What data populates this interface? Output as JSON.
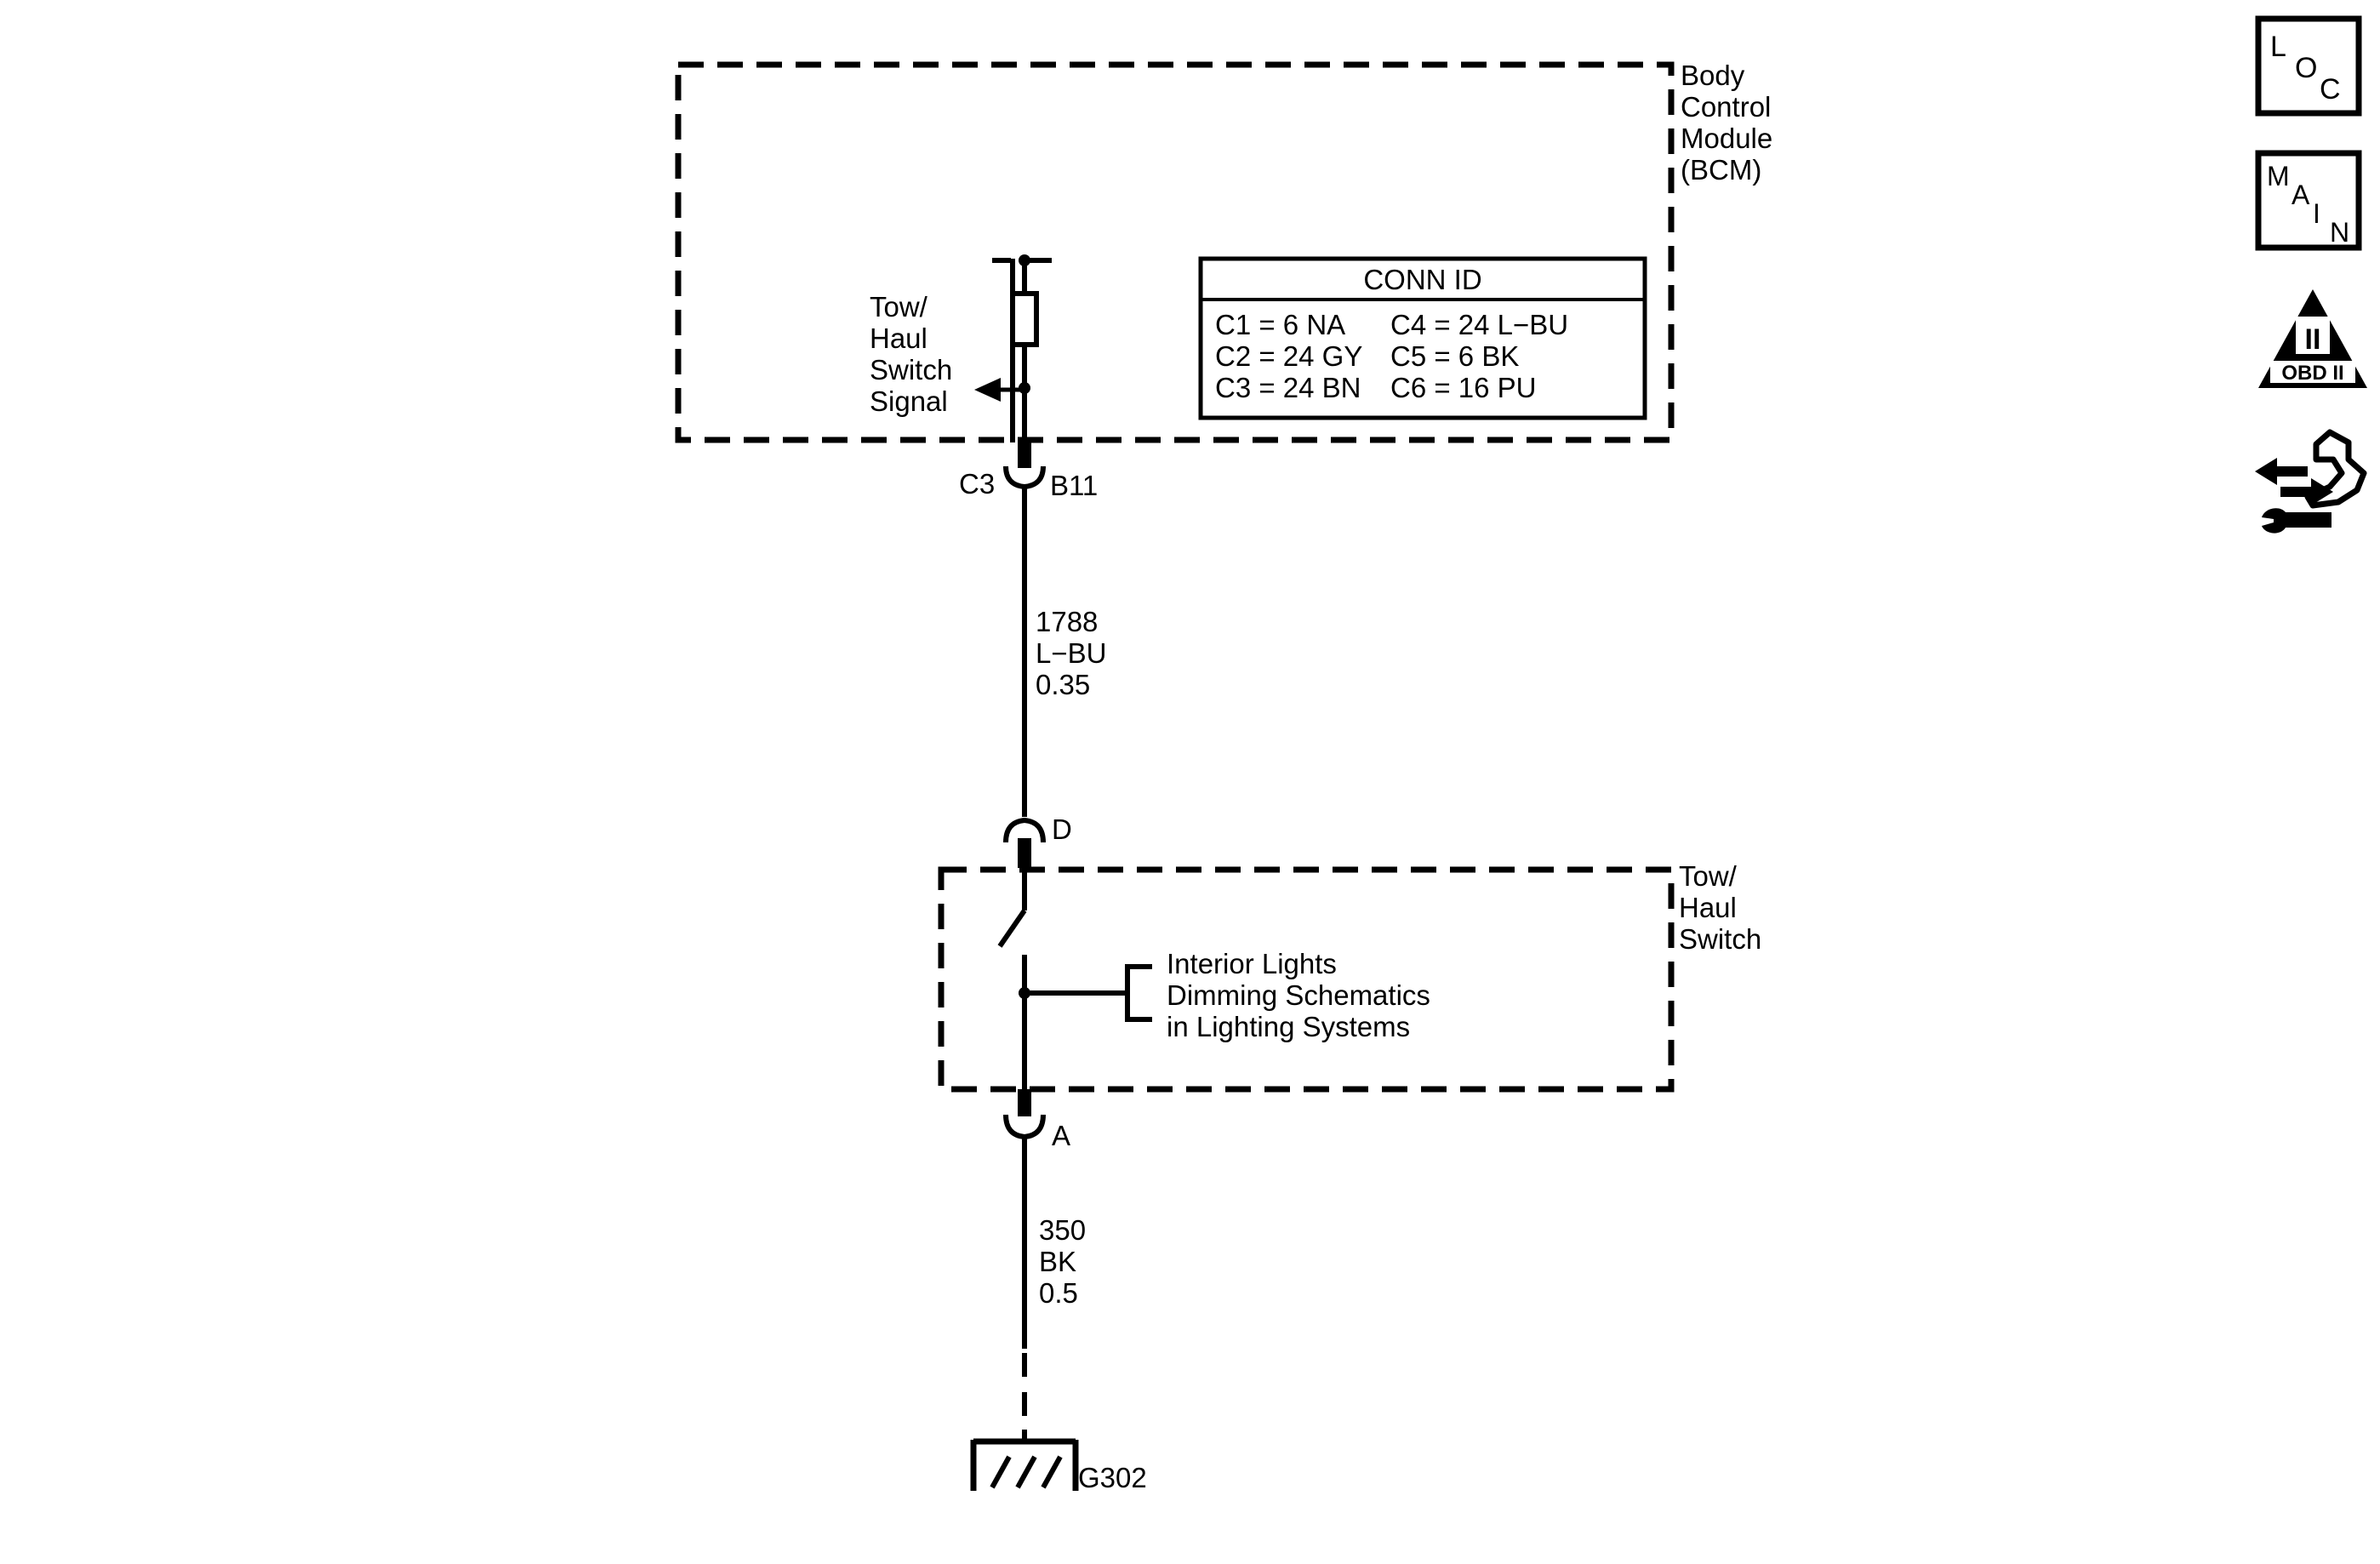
{
  "bcm": {
    "lines": [
      "Body",
      "Control",
      "Module",
      "(BCM)"
    ]
  },
  "bcm_signal": {
    "lines": [
      "Tow/",
      "Haul",
      "Switch",
      "Signal"
    ]
  },
  "conn_id": {
    "title": "CONN ID",
    "rows": [
      [
        "C1 = 6 NA",
        "C4 = 24 L−BU"
      ],
      [
        "C2 = 24 GY",
        "C5 = 6 BK"
      ],
      [
        "C3 = 24 BN",
        "C6 = 16 PU"
      ]
    ]
  },
  "bcm_connector": {
    "connector": "C3",
    "pin": "B11"
  },
  "wire_1": {
    "lines": [
      "1788",
      "L−BU",
      "0.35"
    ]
  },
  "switch_pin_top": "D",
  "switch_pin_bottom": "A",
  "switch": {
    "lines": [
      "Tow/",
      "Haul",
      "Switch"
    ]
  },
  "reference": {
    "lines": [
      "Interior Lights",
      "Dimming Schematics",
      "in Lighting Systems"
    ]
  },
  "wire_2": {
    "lines": [
      "350",
      "BK",
      "0.5"
    ]
  },
  "ground": "G302",
  "icons": {
    "loc": {
      "name": "loc-icon",
      "letters": [
        "L",
        "O",
        "C"
      ]
    },
    "main": {
      "name": "main-icon",
      "letters": [
        "M",
        "A",
        "I",
        "N"
      ]
    },
    "obd": {
      "name": "obd-ii-icon",
      "numeral": "II",
      "label": "OBD II"
    },
    "tools": {
      "name": "connector-tool-icon"
    }
  }
}
